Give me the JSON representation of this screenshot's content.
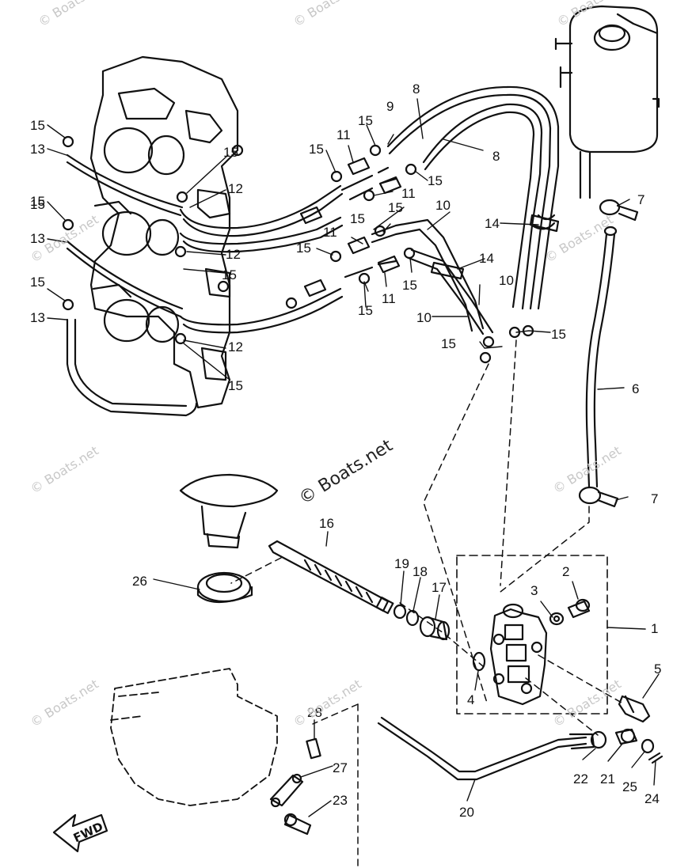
{
  "watermark": {
    "text": "© Boats.net"
  },
  "fwd_label": "FWD",
  "callouts": [
    "1",
    "2",
    "3",
    "4",
    "5",
    "6",
    "7",
    "7",
    "8",
    "8",
    "9",
    "10",
    "10",
    "10",
    "11",
    "11",
    "11",
    "11",
    "12",
    "12",
    "12",
    "13",
    "13",
    "13",
    "14",
    "14",
    "15",
    "15",
    "15",
    "15",
    "15",
    "15",
    "15",
    "15",
    "15",
    "15",
    "15",
    "15",
    "15",
    "15",
    "15",
    "15",
    "15",
    "16",
    "17",
    "18",
    "19",
    "20",
    "21",
    "22",
    "23",
    "24",
    "25",
    "26",
    "27",
    "28"
  ]
}
